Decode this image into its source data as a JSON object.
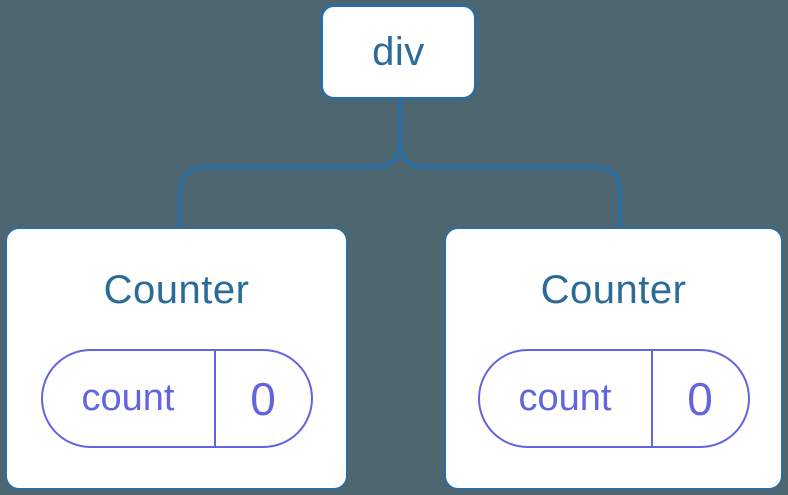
{
  "diagram": {
    "description": "Component tree: a div parent with two Counter children, each holding its own count state",
    "root": {
      "label": "div"
    },
    "children": [
      {
        "title": "Counter",
        "state": {
          "key": "count",
          "value": "0"
        }
      },
      {
        "title": "Counter",
        "state": {
          "key": "count",
          "value": "0"
        }
      }
    ],
    "colors": {
      "background": "#4D6670",
      "line": "#2E6E9F",
      "node_text": "#2B6B97",
      "state": "#6364DF",
      "card_bg": "#FFFFFF"
    }
  }
}
